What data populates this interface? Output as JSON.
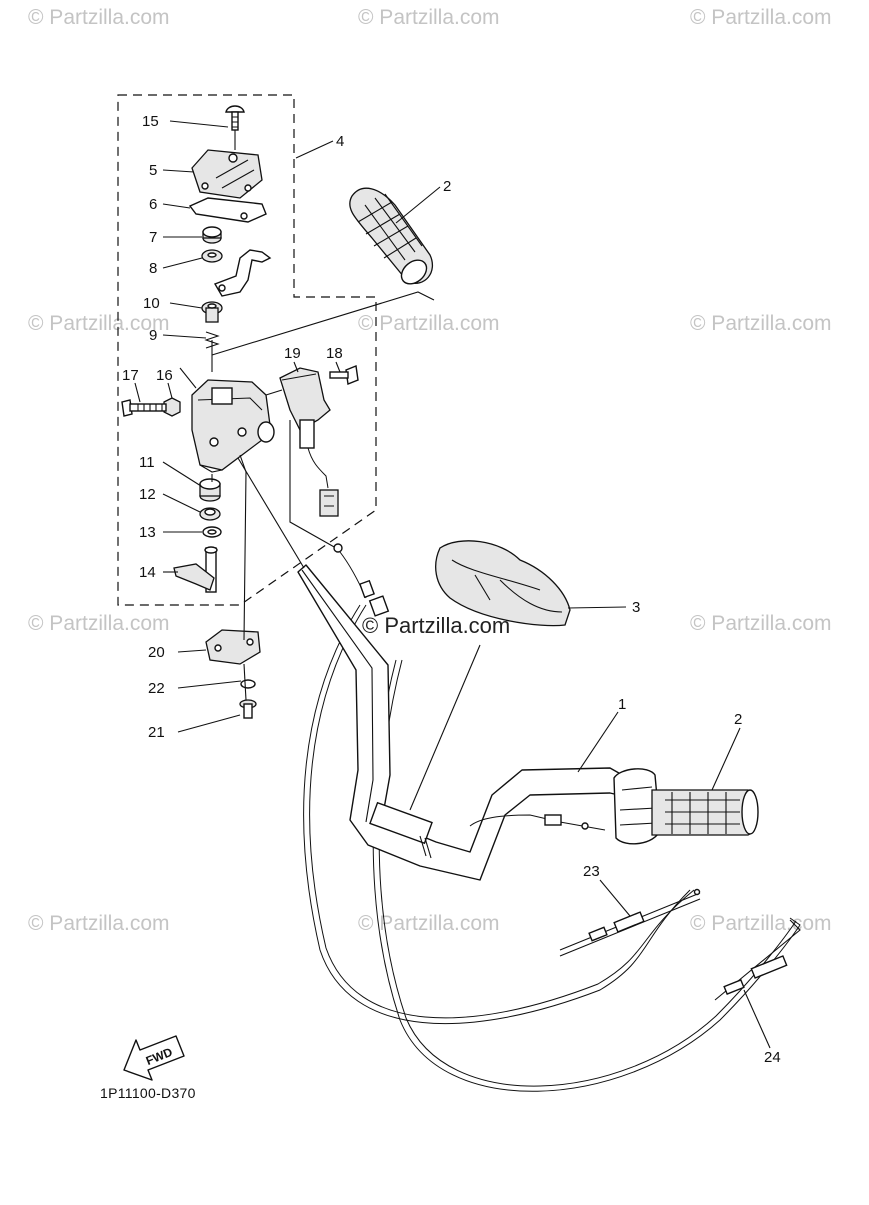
{
  "diagram": {
    "drawing_code": "1P11100-D370",
    "direction_label": "FWD",
    "center_watermark": "© Partzilla.com",
    "watermark_text": "© Partzilla.com",
    "callouts": {
      "c1": "1",
      "c2a": "2",
      "c2b": "2",
      "c3": "3",
      "c4": "4",
      "c5": "5",
      "c6": "6",
      "c7": "7",
      "c8": "8",
      "c9": "9",
      "c10": "10",
      "c11": "11",
      "c12": "12",
      "c13": "13",
      "c14": "14",
      "c15": "15",
      "c16": "16",
      "c17": "17",
      "c18": "18",
      "c19": "19",
      "c20": "20",
      "c21": "21",
      "c22": "22",
      "c23": "23",
      "c24": "24"
    }
  }
}
